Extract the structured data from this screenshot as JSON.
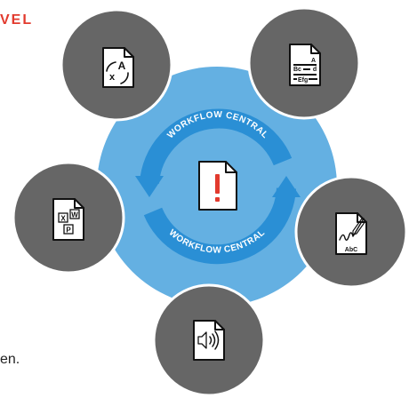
{
  "header": {
    "cropped_word": "VEL"
  },
  "footer": {
    "cropped_text": "en."
  },
  "colors": {
    "hub": "#64b0e2",
    "node": "#666666",
    "node_ring": "#ffffff",
    "arrow": "#2a8fd5",
    "arrow_text": "#ffffff",
    "accent": "#e23a2e",
    "doc_fill": "#ffffff",
    "doc_stroke": "#111111"
  },
  "hub": {
    "label_top": "WORKFLOW CENTRAL",
    "label_bottom": "WORKFLOW CENTRAL",
    "center_icon": "document-alert-icon"
  },
  "nodes": [
    {
      "name": "translation-node",
      "icon": "document-translate-icon",
      "glyph_a": "A",
      "glyph_b": "x"
    },
    {
      "name": "formatting-node",
      "icon": "document-text-format-icon",
      "lines": [
        "A",
        "Bc",
        "d",
        "Efg"
      ]
    },
    {
      "name": "signature-node",
      "icon": "document-signature-icon",
      "caption": "AbC"
    },
    {
      "name": "audio-node",
      "icon": "document-audio-icon"
    },
    {
      "name": "office-files-node",
      "icon": "document-office-files-icon",
      "letters": [
        "X",
        "W",
        "P"
      ]
    }
  ]
}
